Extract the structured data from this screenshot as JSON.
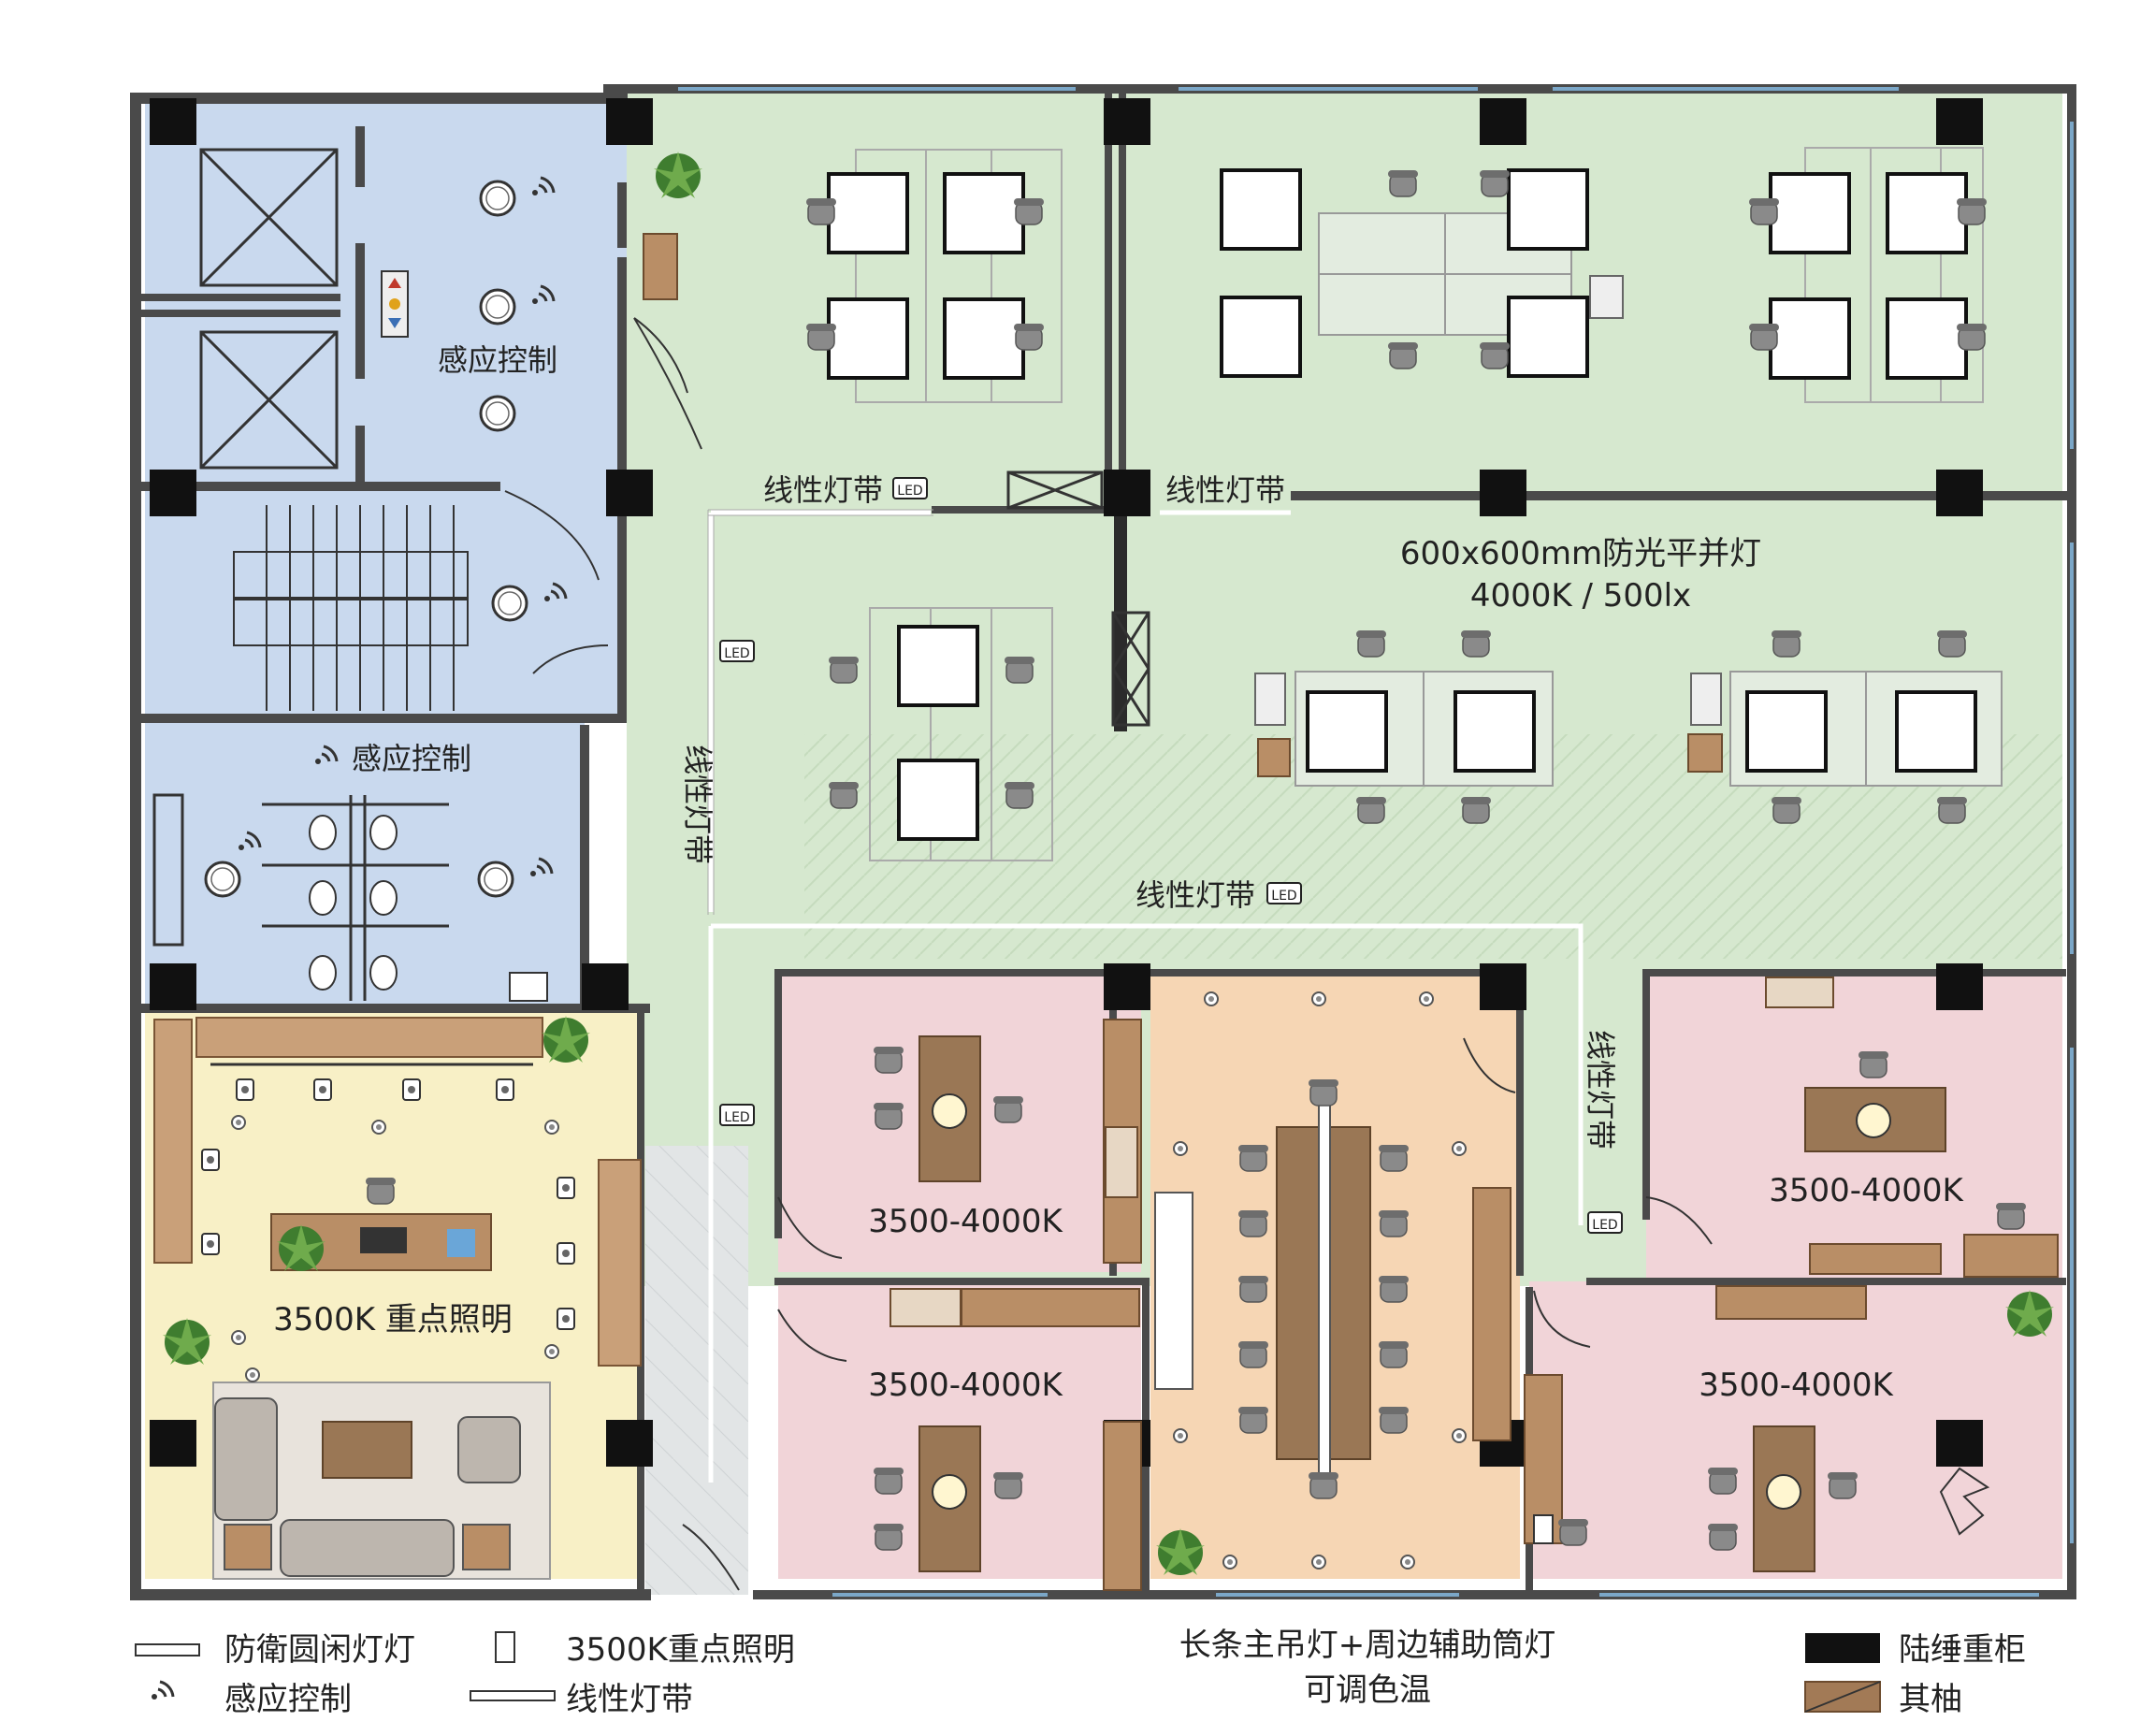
{
  "colors": {
    "blue": "#c9d9ee",
    "green": "#d6e8cf",
    "pink": "#f1d4d8",
    "orange": "#f6d6b4",
    "yellow": "#f8f0c6",
    "wall": "#4a4a4a",
    "column": "#111111",
    "wood": "#a27a56",
    "plant": "#4f8a3a"
  },
  "labels": {
    "sensor_top": "感应控制",
    "sensor_restroom": "感应控制",
    "led_strip_upper_left": "线性灯带",
    "led_strip_upper_right": "线性灯带",
    "led_strip_vertical": "线性灯带",
    "led_strip_mid": "线性灯带",
    "led_strip_right": "线性灯带",
    "panel_light_spec": "600x600mm防光平并灯",
    "panel_light_temp": "4000K / 500lx",
    "reception": "3500K 重点照明",
    "office_a": "3500-4000K",
    "office_b": "3500-4000K",
    "office_c": "3500-4000K",
    "office_d": "3500-4000K",
    "led_badge": "LED"
  },
  "legend": {
    "round_light": "防衛圆闲灯灯",
    "accent_light": "3500K重点照明",
    "center_line1": "长条主吊灯+周边辅助筒灯",
    "center_line2": "可调色温",
    "sensor": "感应控制",
    "led_strip": "线性灯带",
    "column": "陆缍重柜",
    "other": "其柚"
  }
}
